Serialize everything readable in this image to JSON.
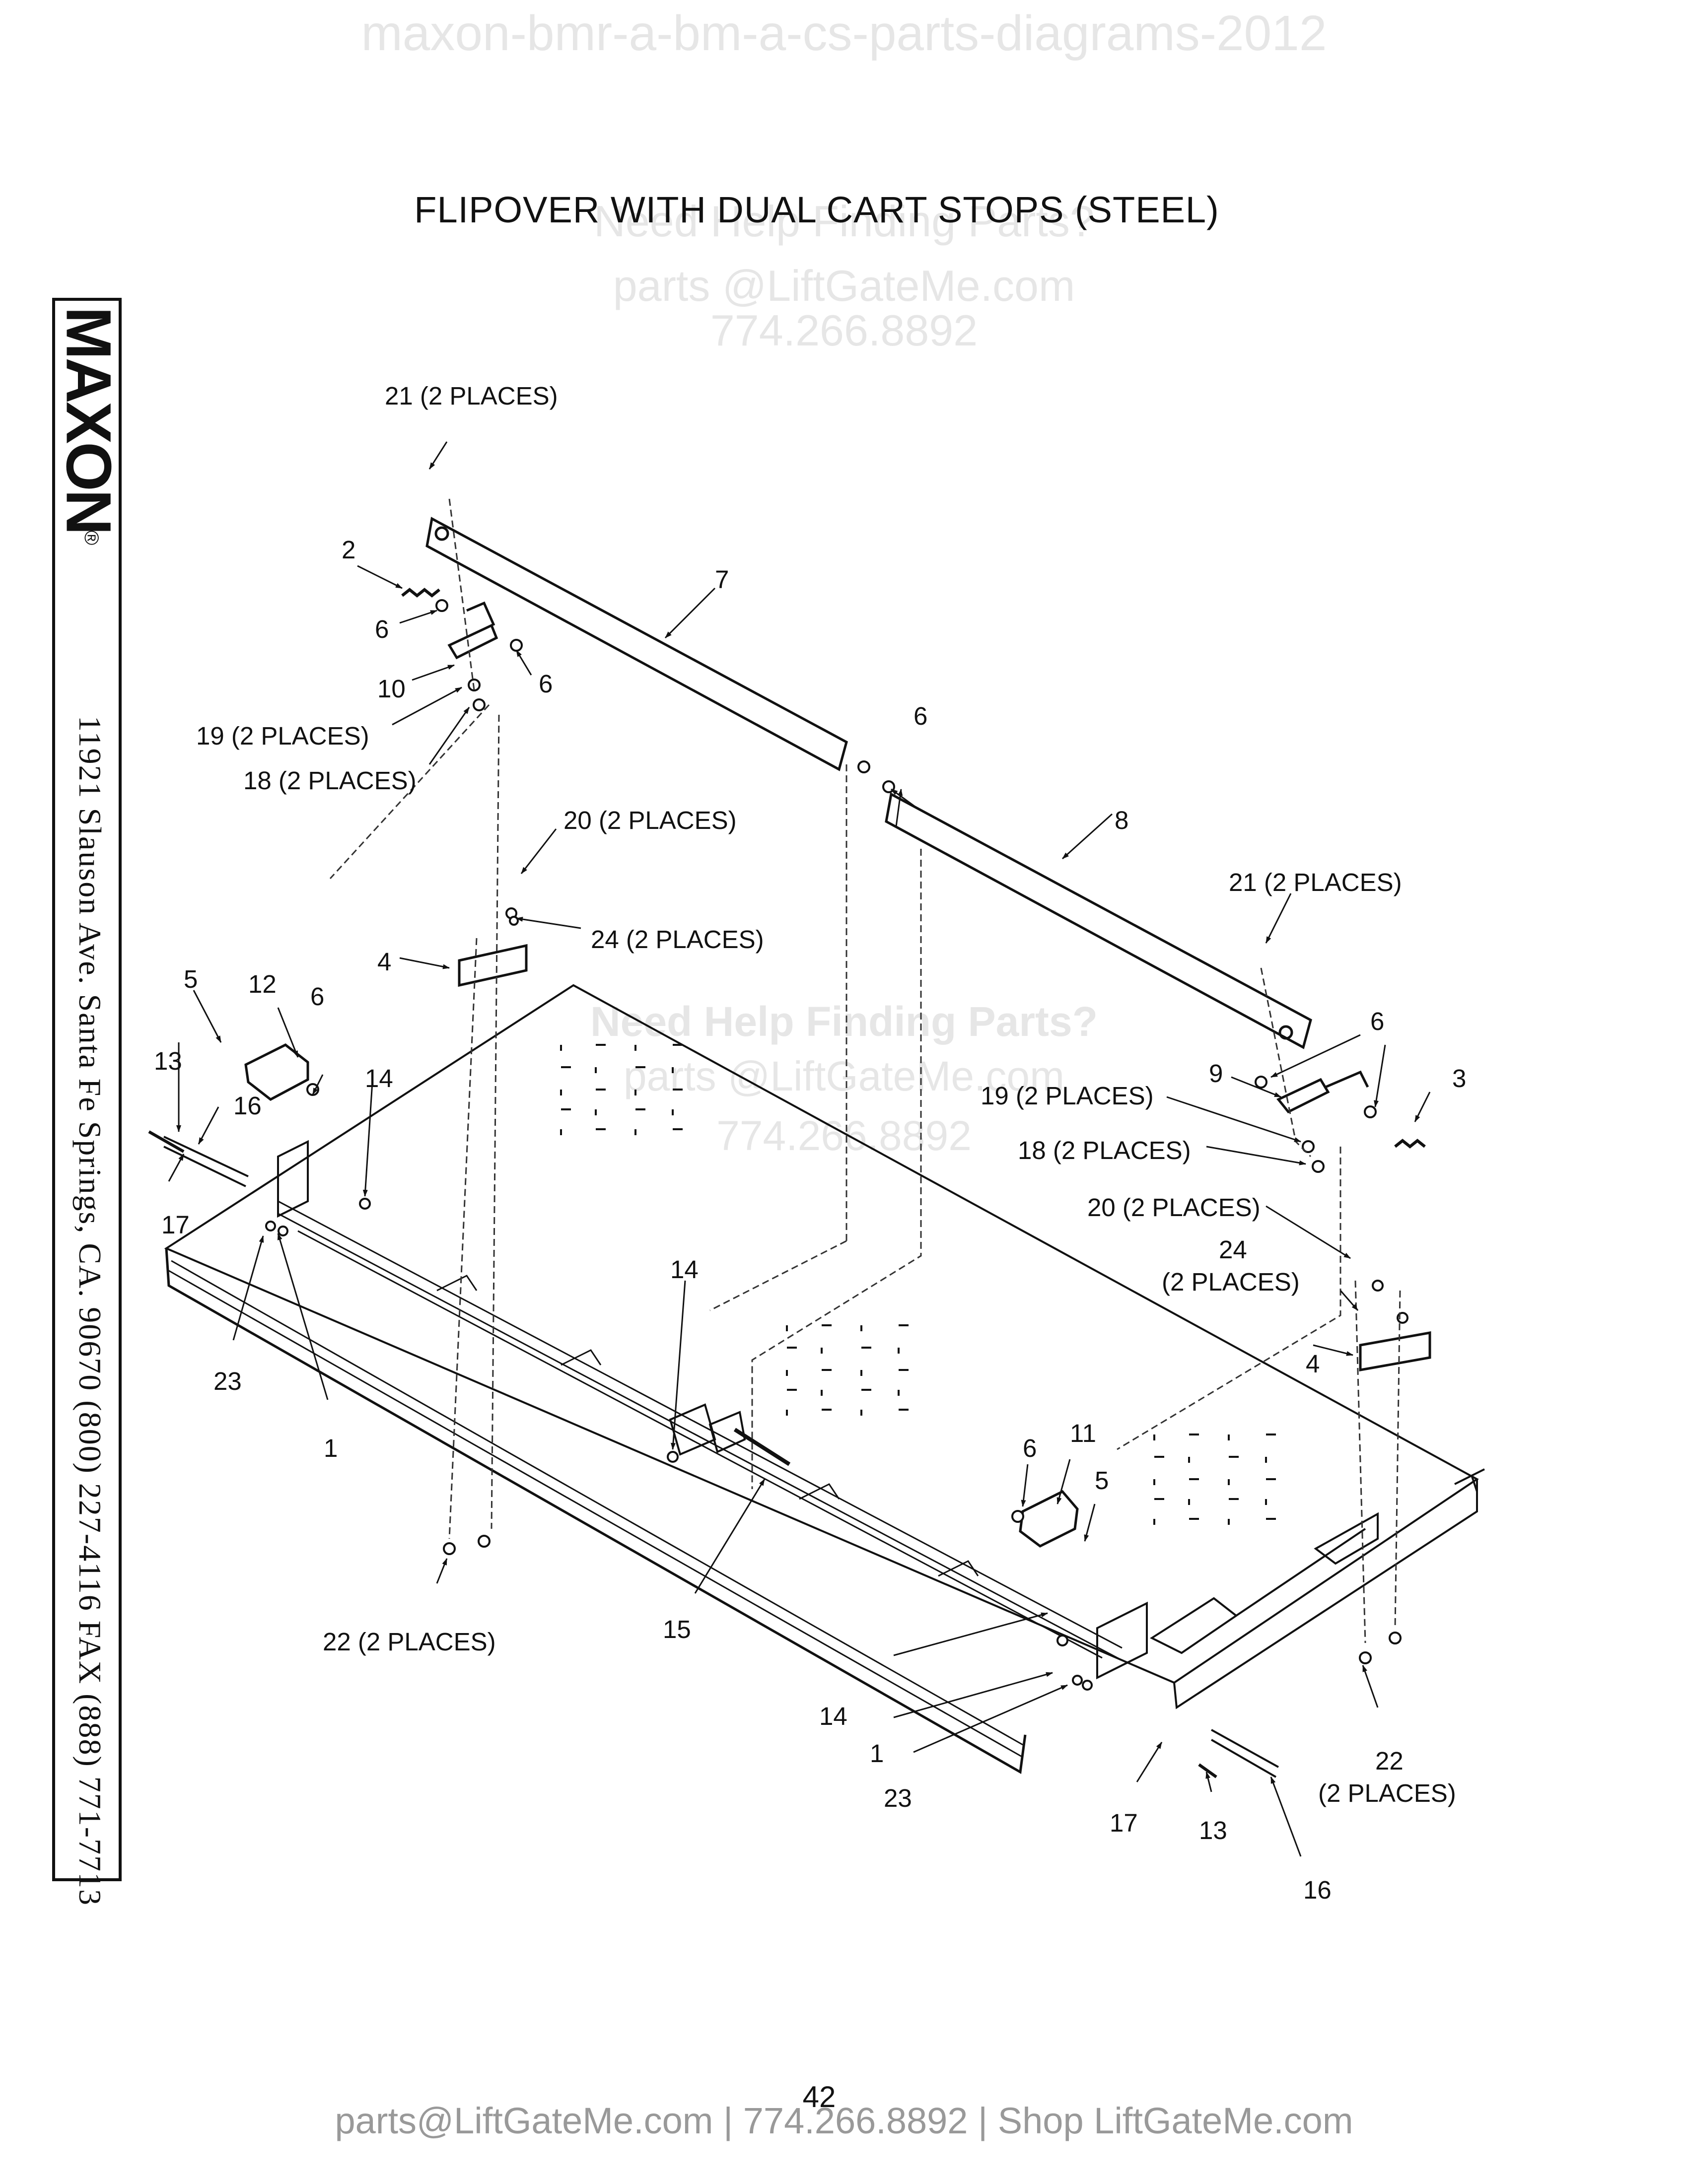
{
  "watermarks": {
    "top": "maxon-bmr-a-bm-a-cs-parts-diagrams-2012",
    "mid_line1": "Need Help Finding Parts?",
    "mid_line2": "parts @LiftGateMe.com",
    "mid_line3": "774.266.8892",
    "center_line1": "Need Help Finding Parts?",
    "center_line2": "parts @LiftGateMe.com",
    "center_line3": "774.266.8892"
  },
  "title": "FLIPOVER WITH DUAL CART STOPS (STEEL)",
  "sidebar": {
    "logo": "MAXON",
    "registered_mark": "®",
    "address": "11921 Slauson Ave.  Santa Fe Springs, CA.  90670  (800) 227-4116  FAX (888) 771-7713"
  },
  "callouts": {
    "c21a": "21 (2 PLACES)",
    "c2": "2",
    "c7": "7",
    "c6a": "6",
    "c10": "10",
    "c6b": "6",
    "c19a": "19 (2 PLACES)",
    "c18a": "18 (2 PLACES)",
    "c6c": "6",
    "c20a": "20 (2 PLACES)",
    "c8": "8",
    "c21b": "21 (2 PLACES)",
    "c24a": "24 (2 PLACES)",
    "c4a": "4",
    "c5a": "5",
    "c12": "12",
    "c6d": "6",
    "c14a": "14",
    "c13a": "13",
    "c16a": "16",
    "c17a": "17",
    "c6e": "6",
    "c9": "9",
    "c3": "3",
    "c19b": "19 (2 PLACES)",
    "c18b": "18 (2 PLACES)",
    "c20b": "20 (2 PLACES)",
    "c24b1": "24",
    "c24b2": "(2 PLACES)",
    "c14b": "14",
    "c23a": "23",
    "c1a": "1",
    "c4b": "4",
    "c11": "11",
    "c6f": "6",
    "c5b": "5",
    "c22a": "22 (2 PLACES)",
    "c15": "15",
    "c14c": "14",
    "c1b": "1",
    "c23b": "23",
    "c22b1": "22",
    "c22b2": "(2 PLACES)",
    "c17b": "17",
    "c13b": "13",
    "c16b": "16"
  },
  "page_number": "42",
  "footer": "parts@LiftGateMe.com | 774.266.8892 | Shop LiftGateMe.com"
}
